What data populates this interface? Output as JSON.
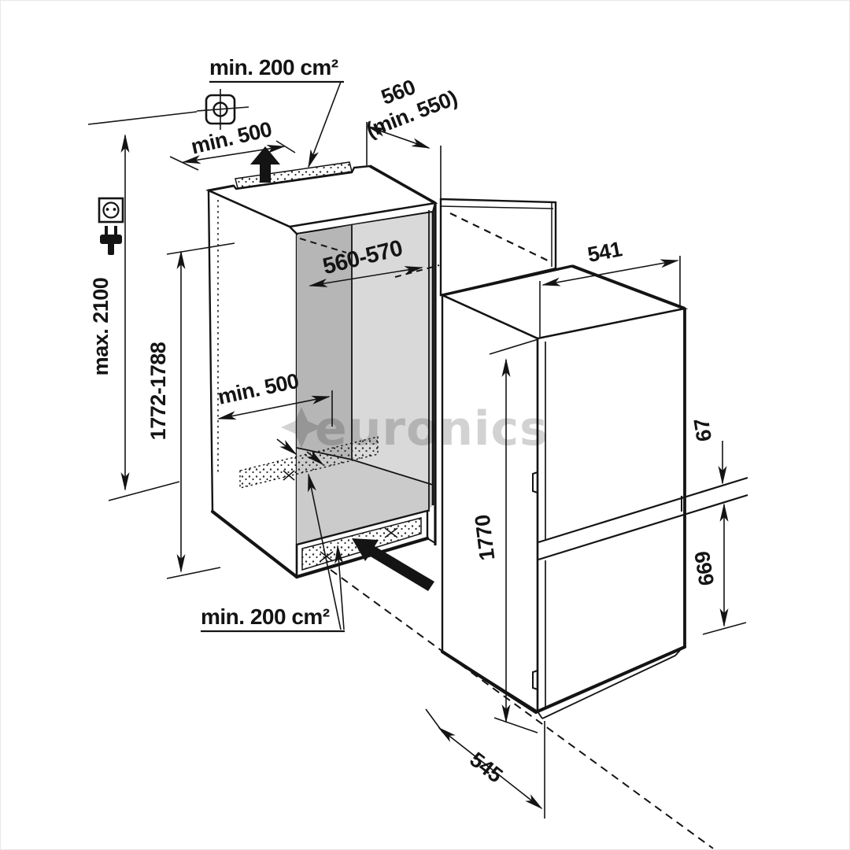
{
  "figure": {
    "kind": "appliance installation dimension drawing",
    "subject": "built-in fridge-freezer niche and appliance"
  },
  "watermark": {
    "text": "euronics",
    "color": "#d2d2d2",
    "star_icon": "four-point-star-icon"
  },
  "labels": {
    "vent_top_area": "min. 200 cm²",
    "vent_bottom_area": "min. 200 cm²",
    "niche_depth": "560",
    "niche_depth_min": "(min. 550)",
    "top_clearance": "min. 500",
    "height_max": "max. 2100",
    "niche_height": "1772-1788",
    "niche_width": "560-570",
    "floor_clearance": "min. 500",
    "appliance_depth_top": "541",
    "door_gap": "67",
    "appliance_height": "1770",
    "freezer_door_height": "669",
    "appliance_depth_bottom": "545"
  },
  "icons": {
    "junction_box": "junction-box-icon",
    "socket": "power-socket-icon",
    "plug": "power-plug-icon",
    "airflow_out": "airflow-up-arrow-icon",
    "airflow_in": "airflow-inlet-arrow-icon"
  },
  "colors": {
    "line": "#141414",
    "niche_side_wall": "#b6b6b6",
    "niche_back_wall": "#d9d9d9",
    "niche_floor": "#cbcbcb",
    "furniture_door_panel": "#ebebeb",
    "watermark": "#d2d2d2",
    "background": "#ffffff"
  }
}
